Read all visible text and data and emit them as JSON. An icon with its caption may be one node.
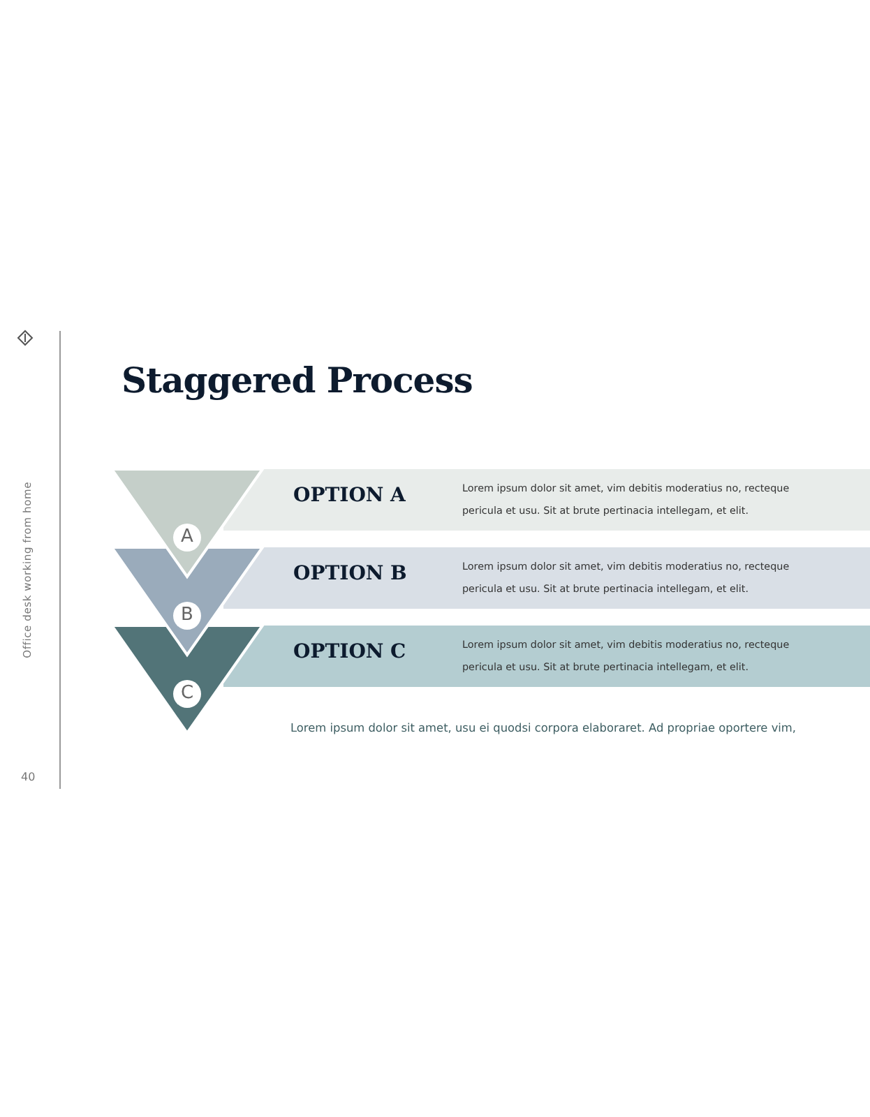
{
  "diagram": {
    "title": "Staggered Process",
    "nodes": [
      {
        "text": [
          "OPTION A",
          "Lorem ipsum dolor sit amet, vim debitis moderatius no, recteque pericula et usu. Sit at brute pertinacia intellegam, et elit."
        ]
      },
      {
        "text": [
          "A"
        ]
      },
      {
        "text": [
          "OPTION B",
          "Lorem ipsum dolor sit amet, vim debitis moderatius no, recteque pericula et usu. Sit at brute pertinacia intellegam, et elit."
        ]
      },
      {
        "text": [
          "B"
        ]
      },
      {
        "text": [
          "OPTION C",
          "Lorem ipsum dolor sit amet, vim debitis moderatius no, recteque pericula et usu. Sit at brute pertinacia intellegam, et elit."
        ]
      },
      {
        "text": [
          "C"
        ]
      }
    ],
    "labels": [
      "Office desk working from home",
      "40",
      "Lorem ipsum dolor sit amet, usu ei quodsi corpora elaboraret. Ad propriae oportere vim,"
    ]
  }
}
